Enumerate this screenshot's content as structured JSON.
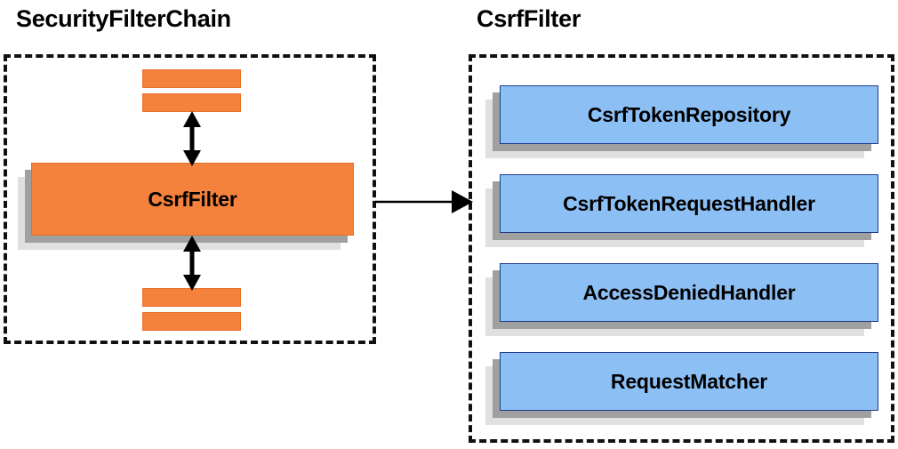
{
  "diagram": {
    "type": "component-relationship-diagram",
    "background": "#ffffff",
    "colors": {
      "orange_fill": "#F4813C",
      "orange_border": "#E06F2C",
      "blue_fill": "#8CC0F5",
      "blue_border": "#1F3C8C",
      "shadow_dark": "#A0A0A0",
      "shadow_light": "#E0E0E0",
      "outline": "#111111",
      "text": "#000000"
    }
  },
  "left_panel": {
    "title": "SecurityFilterChain",
    "border_style": "dashed",
    "filter_box": {
      "label": "CsrfFilter",
      "fill": "#F4813C"
    },
    "stub_bars_top": [
      {
        "name": "filter-stub-top-1"
      },
      {
        "name": "filter-stub-top-2"
      }
    ],
    "stub_bars_bottom": [
      {
        "name": "filter-stub-bottom-1"
      },
      {
        "name": "filter-stub-bottom-2"
      }
    ],
    "connectors": [
      {
        "name": "double-arrow-above-csrffilter",
        "direction": "bidirectional-vertical"
      },
      {
        "name": "double-arrow-below-csrffilter",
        "direction": "bidirectional-vertical"
      }
    ]
  },
  "link_arrow": {
    "name": "csrffilter-expands-to-arrow",
    "direction": "left-to-right",
    "from": "SecurityFilterChain",
    "to": "CsrfFilter"
  },
  "right_panel": {
    "title": "CsrfFilter",
    "border_style": "dashed",
    "collaborators": [
      {
        "label": "CsrfTokenRepository"
      },
      {
        "label": "CsrfTokenRequestHandler"
      },
      {
        "label": "AccessDeniedHandler"
      },
      {
        "label": "RequestMatcher"
      }
    ]
  }
}
